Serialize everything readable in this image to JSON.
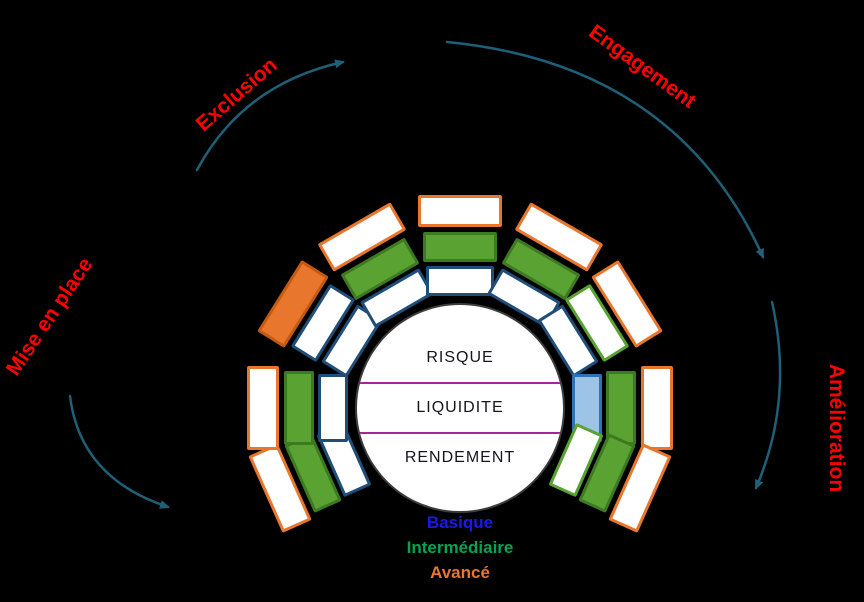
{
  "diagram": {
    "background": "#000000",
    "center": {
      "labels": [
        "RISQUE",
        "LIQUIDITE",
        "RENDEMENT"
      ],
      "divider_color": "#A8249B",
      "circle_fill": "#FFFFFF",
      "circle_border": "#3C3C3C"
    },
    "stages": [
      {
        "label": "Mise en place",
        "color": "#FF0000"
      },
      {
        "label": "Exclusion",
        "color": "#FF0000"
      },
      {
        "label": "Engagement",
        "color": "#FF0000"
      },
      {
        "label": "Amélioration",
        "color": "#FF0000"
      }
    ],
    "arc_color": "#1F5F78",
    "legend": [
      {
        "label": "Basique",
        "color": "#1A1AE6"
      },
      {
        "label": "Intermédiaire",
        "color": "#00A550"
      },
      {
        "label": "Avancé",
        "color": "#E8762C"
      }
    ],
    "levels": {
      "basique": {
        "border": "#1F4E79",
        "fill": "#FFFFFF"
      },
      "basique_filled": {
        "border": "#2E74B5",
        "fill": "#9DC3E6"
      },
      "intermediaire": {
        "border": "#3E7A22",
        "fill": "#5AA332"
      },
      "intermediaire_outline": {
        "border": "#5AA332",
        "fill": "#FFFFFF"
      },
      "avance": {
        "border": "#E8762C",
        "fill": "#FFFFFF"
      },
      "avance_filled": {
        "border": "#C55A11",
        "fill": "#E8762C"
      }
    },
    "spokes": [
      {
        "angle": -114,
        "cards": [
          "avance",
          "intermediaire",
          "basique"
        ]
      },
      {
        "angle": -90,
        "cards": [
          "avance",
          "intermediaire",
          "basique"
        ]
      },
      {
        "angle": -58,
        "cards": [
          "avance_filled",
          "basique",
          "basique"
        ]
      },
      {
        "angle": -30,
        "cards": [
          "avance",
          "intermediaire",
          "basique"
        ]
      },
      {
        "angle": 0,
        "cards": [
          "avance",
          "intermediaire",
          "basique"
        ]
      },
      {
        "angle": 30,
        "cards": [
          "avance",
          "intermediaire",
          "basique"
        ]
      },
      {
        "angle": 58,
        "cards": [
          "avance",
          "intermediaire_outline",
          "basique"
        ]
      },
      {
        "angle": 90,
        "cards": [
          "avance",
          "intermediaire",
          "basique_filled"
        ]
      },
      {
        "angle": 114,
        "cards": [
          "avance",
          "intermediaire",
          "intermediaire_outline"
        ]
      }
    ]
  }
}
